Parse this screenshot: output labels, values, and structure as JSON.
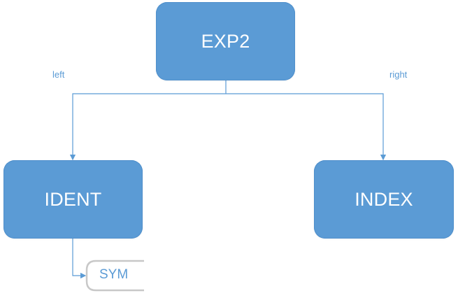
{
  "diagram": {
    "nodes": {
      "root": {
        "label": "EXP2"
      },
      "left_child": {
        "label": "IDENT"
      },
      "right_child": {
        "label": "INDEX"
      },
      "leaf": {
        "label": "SYM"
      }
    },
    "edges": {
      "left": {
        "label": "left"
      },
      "right": {
        "label": "right"
      }
    },
    "colors": {
      "node_fill": "#5b9bd5",
      "node_text": "#ffffff",
      "connector": "#5b9bd5",
      "leaf_border": "#c8c8c8",
      "label_text": "#5b9bd5"
    }
  }
}
